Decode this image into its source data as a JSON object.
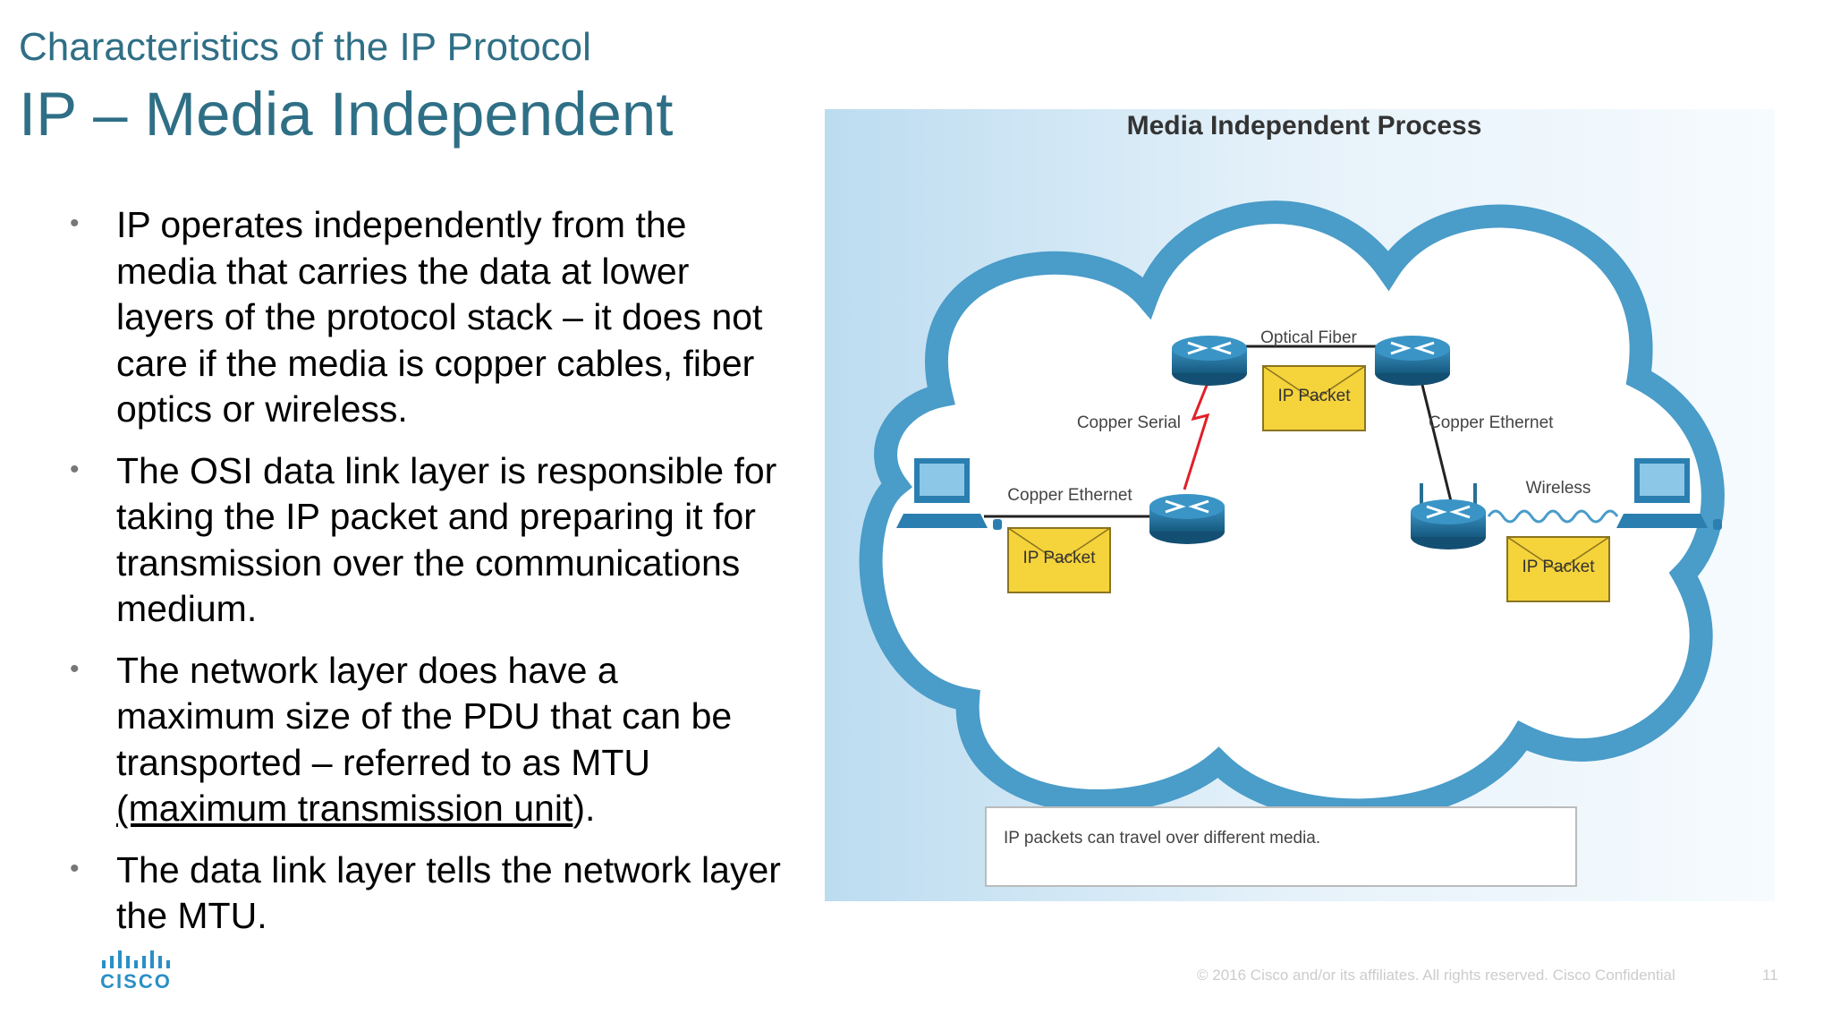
{
  "header": {
    "subtitle": "Characteristics of the IP Protocol",
    "title": "IP – Media Independent"
  },
  "bullets": [
    {
      "text": "IP operates independently from the media that carries the data at lower layers of the protocol stack – it does not care if the media is copper cables, fiber optics or wireless."
    },
    {
      "text": "The OSI data link layer is responsible for taking the IP packet and preparing it for transmission over the communications medium."
    },
    {
      "pre": "The network layer does have a maximum size of the PDU that can be transported – referred to as MTU ",
      "link": "(maximum transmission unit",
      "post": ")."
    },
    {
      "text": "The data link layer tells the network layer the MTU."
    }
  ],
  "diagram": {
    "title": "Media Independent Process",
    "labels": {
      "optical_fiber": "Optical Fiber",
      "copper_serial": "Copper Serial",
      "copper_ethernet_left": "Copper Ethernet",
      "copper_ethernet_right": "Copper Ethernet",
      "wireless": "Wireless"
    },
    "packet_label": "IP Packet",
    "caption": "IP packets can travel over different media."
  },
  "footer": {
    "logo": "CISCO",
    "copyright": "© 2016  Cisco and/or its affiliates. All rights reserved.   Cisco Confidential",
    "page": "11"
  },
  "colors": {
    "title": "#2f6f86",
    "cloud_outline": "#4a9cc9",
    "router": "#1f6f9a",
    "packet": "#f5d33a",
    "serial_link": "#e0202a"
  }
}
